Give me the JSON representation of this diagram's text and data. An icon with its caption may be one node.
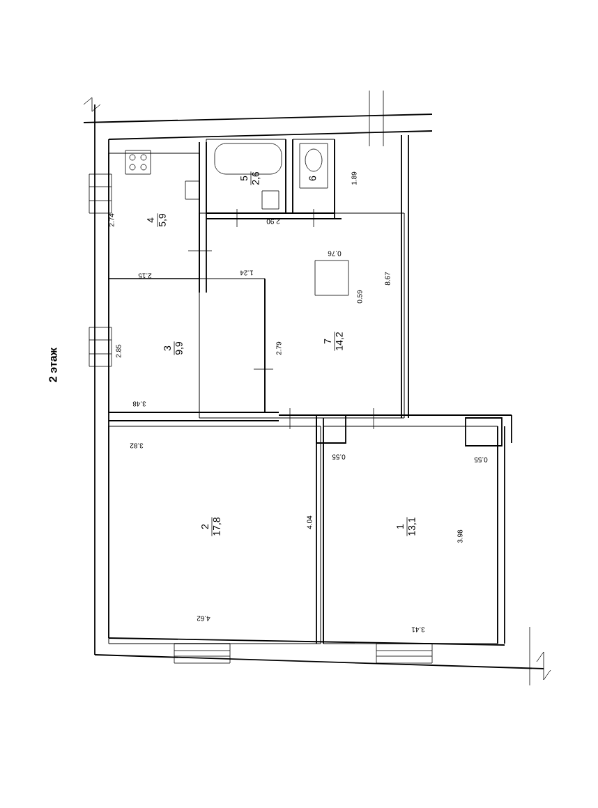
{
  "diagram": {
    "nodes": [
      {
        "text": [
          "4",
          "5,9"
        ]
      },
      {
        "text": [
          "5",
          "2,6"
        ]
      },
      {
        "text": [
          "6"
        ]
      },
      {
        "text": [
          "3",
          "9,9"
        ]
      },
      {
        "text": [
          "7",
          "14,2"
        ]
      },
      {
        "text": [
          "2",
          "17,8"
        ]
      },
      {
        "text": [
          "1",
          "13,1"
        ]
      }
    ],
    "edges": [],
    "labels": [
      "2 этаж",
      "2.74",
      "2.15",
      "1.24",
      "2.90",
      "1.89",
      "0.76",
      "0.59",
      "8.67",
      "2.85",
      "2.79",
      "3.48",
      "3.82",
      "0.55",
      "0.55",
      "4.04",
      "3.98",
      "4.62",
      "3.41"
    ]
  }
}
